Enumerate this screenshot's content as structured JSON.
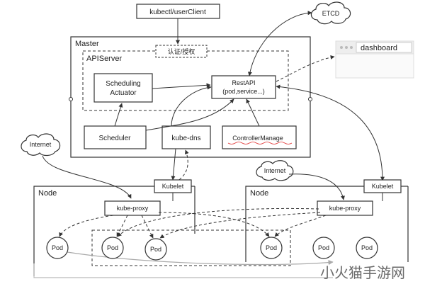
{
  "client": "kubectl/userClient",
  "etcd": "ETCD",
  "dashboard": "dashboard",
  "master": {
    "title": "Master",
    "auth": "认证/授权",
    "apiserver": "APIServer",
    "scheduling_actuator_line1": "Scheduling",
    "scheduling_actuator_line2": "Actuator",
    "restapi_line1": "RestAPI",
    "restapi_line2": "(pod,service...)",
    "scheduler": "Scheduler",
    "kube_dns": "kube-dns",
    "controller_manager": "ControllerManage"
  },
  "internet_left": "Internet",
  "internet_right": "Internet",
  "node_left": {
    "title": "Node",
    "kubelet": "Kubelet",
    "kube_proxy": "kube-proxy",
    "pods": [
      "Pod",
      "Pod",
      "Pod"
    ]
  },
  "node_right": {
    "title": "Node",
    "kubelet": "Kubelet",
    "kube_proxy": "kube-proxy",
    "pods": [
      "Pod",
      "Pod",
      "Pod"
    ]
  },
  "watermark": "小火猫手游网",
  "colors": {
    "stroke": "#333333",
    "faint": "#bbbbbb",
    "accent_underline": "#e03030"
  }
}
